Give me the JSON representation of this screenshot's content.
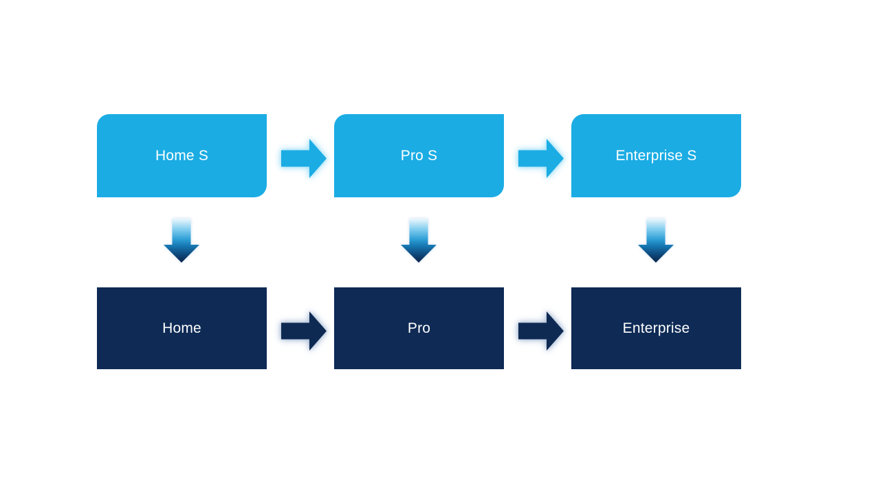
{
  "diagram": {
    "type": "process-flow",
    "columns": [
      {
        "top": {
          "label": "Home S"
        },
        "bottom": {
          "label": "Home"
        }
      },
      {
        "top": {
          "label": "Pro S"
        },
        "bottom": {
          "label": "Pro"
        }
      },
      {
        "top": {
          "label": "Enterprise S"
        },
        "bottom": {
          "label": "Enterprise"
        }
      }
    ],
    "colors": {
      "background": "#FFFFFF",
      "top_box_fill": "#1BACE4",
      "bottom_box_fill": "#0E2A55",
      "label_color": "#FFFFFF",
      "top_arrow_fill": "#1BACE4",
      "top_arrow_glow": "#A8E2F8",
      "bottom_arrow_fill": "#0F2A52",
      "bottom_arrow_glow": "#AFC1DA",
      "down_grad_0": "#EDF8FD",
      "down_grad_1": "#7FCCEE",
      "down_grad_2": "#2E9FD6",
      "down_grad_3": "#1677B1",
      "down_grad_4": "#0F4C80",
      "down_grad_5": "#0C2347"
    }
  }
}
